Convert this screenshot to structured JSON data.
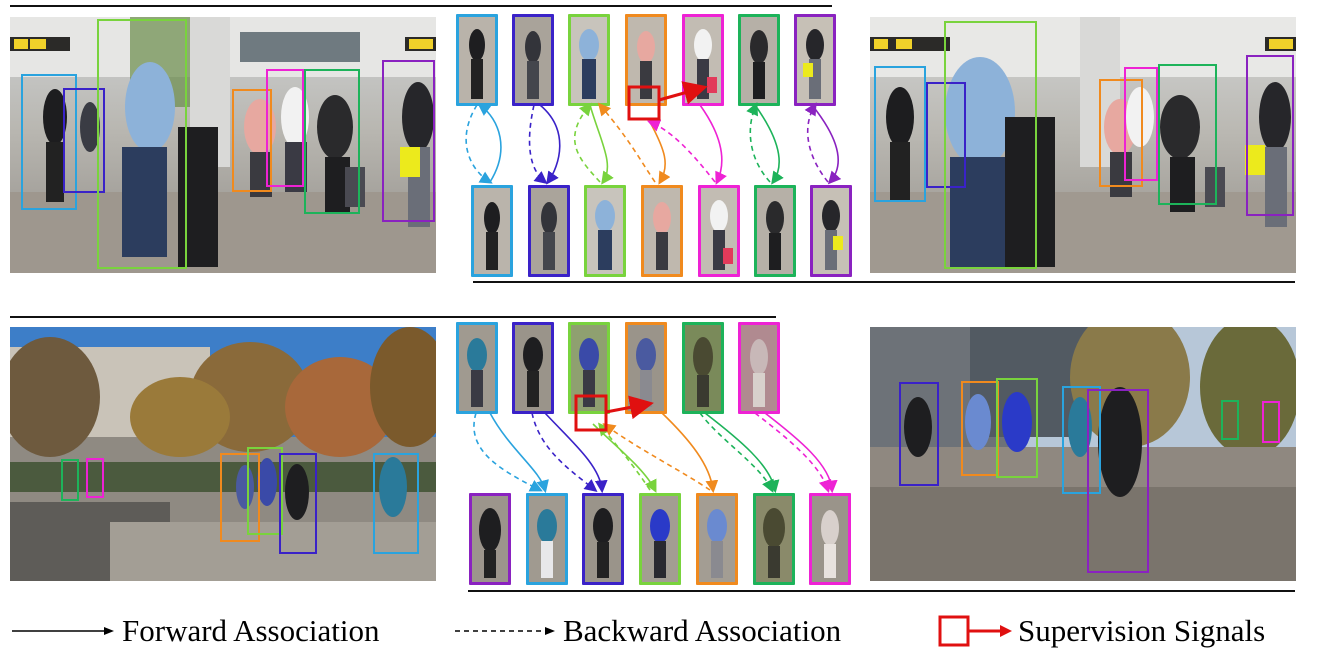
{
  "colors": {
    "cyan": "#2aa3de",
    "indigo": "#3a22c8",
    "lightgreen": "#79d33d",
    "orange": "#f08a1e",
    "magenta": "#ee22d4",
    "green": "#1db35a",
    "purple": "#8a22c0",
    "red": "#e01010"
  },
  "legend": {
    "forward_label": "Forward Association",
    "backward_label": "Backward Association",
    "supervision_label": "Supervision Signals"
  },
  "scenes": [
    {
      "name": "airport-scene-frame-t",
      "boxes": [
        "cyan",
        "indigo",
        "lightgreen",
        "orange",
        "magenta",
        "green",
        "purple"
      ]
    },
    {
      "name": "airport-scene-frame-t1",
      "boxes": [
        "cyan",
        "indigo",
        "lightgreen",
        "orange",
        "magenta",
        "green",
        "purple"
      ]
    },
    {
      "name": "plaza-scene-frame-t",
      "boxes": [
        "green",
        "magenta",
        "orange",
        "lightgreen",
        "indigo",
        "cyan"
      ]
    },
    {
      "name": "plaza-scene-frame-t1",
      "boxes": [
        "indigo",
        "orange",
        "lightgreen",
        "cyan",
        "purple",
        "green",
        "magenta"
      ]
    }
  ],
  "association_rows": [
    {
      "top": [
        "cyan",
        "indigo",
        "lightgreen",
        "orange",
        "magenta",
        "green",
        "purple"
      ],
      "bottom": [
        "cyan",
        "indigo",
        "lightgreen",
        "orange",
        "magenta",
        "green",
        "purple"
      ]
    },
    {
      "top": [
        "cyan",
        "indigo",
        "lightgreen",
        "orange",
        "green",
        "magenta"
      ],
      "bottom": [
        "purple",
        "cyan",
        "indigo",
        "lightgreen",
        "orange",
        "green",
        "magenta"
      ]
    }
  ]
}
